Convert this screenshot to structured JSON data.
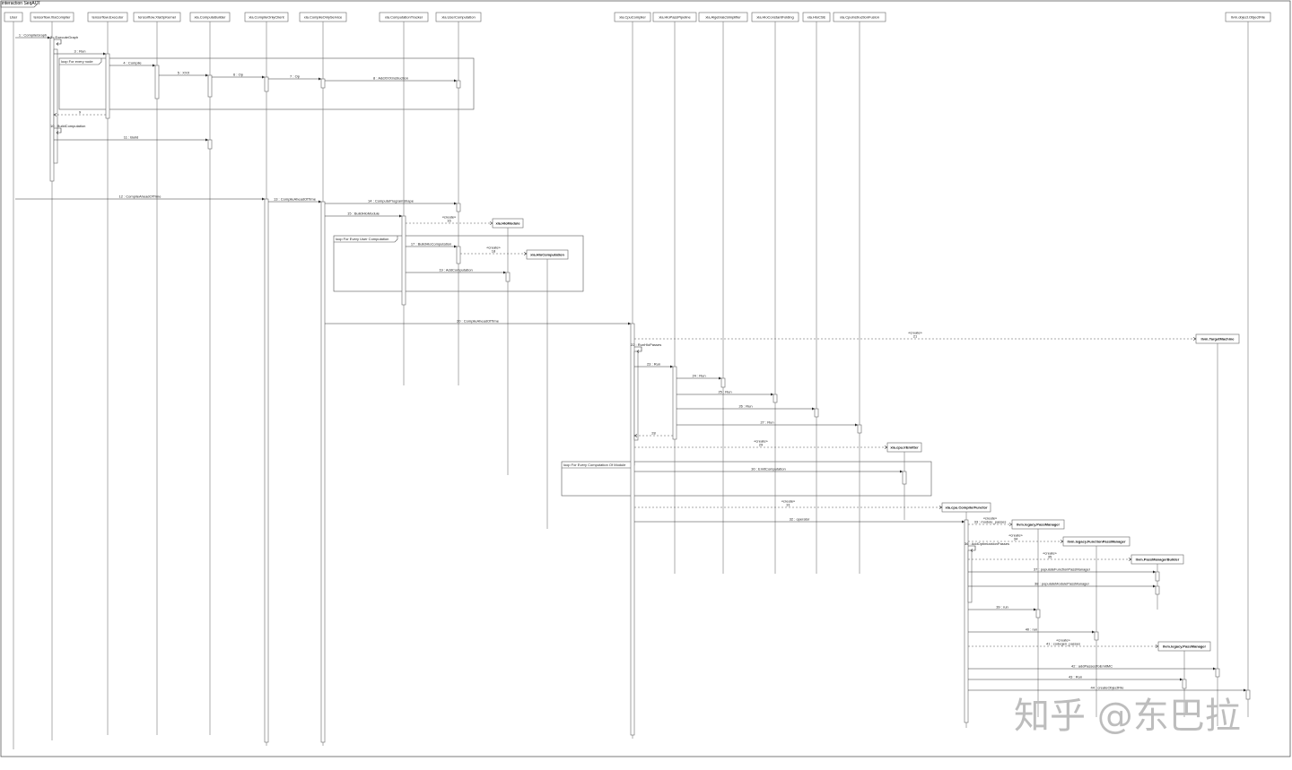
{
  "frame": {
    "title": "interaction SeqACT"
  },
  "participants": [
    {
      "id": "user",
      "label": "User"
    },
    {
      "id": "tfxla",
      "label": "tensorflow.XlaCompiler"
    },
    {
      "id": "tfexec",
      "label": "tensorflow.Executor"
    },
    {
      "id": "tfxlaop",
      "label": "tensorflow.XlaOpKernel"
    },
    {
      "id": "xcb",
      "label": "xla.ComputeBuilder"
    },
    {
      "id": "caoc",
      "label": "xla.CompileOnlyClient"
    },
    {
      "id": "caos",
      "label": "xla.CompileOnlyService"
    },
    {
      "id": "ctrack",
      "label": "xla.ComputationTracker"
    },
    {
      "id": "ucomp",
      "label": "xla.UserComputation"
    },
    {
      "id": "hlomod",
      "label": "xla.HloModule"
    },
    {
      "id": "hlocomp",
      "label": "xla.HloComputation"
    },
    {
      "id": "cpucomp",
      "label": "xla.CpuCompiler"
    },
    {
      "id": "hpp",
      "label": "xla.HloPassPipeline"
    },
    {
      "id": "algsimp",
      "label": "xla.AlgebraicSimplifier"
    },
    {
      "id": "hcf",
      "label": "xla.HloConstantFolding"
    },
    {
      "id": "hlocse",
      "label": "xla.HloCSE"
    },
    {
      "id": "cpuif",
      "label": "xla.CpuInstructionFusion"
    },
    {
      "id": "irem",
      "label": "xla.cpu.IrEmitter"
    },
    {
      "id": "ccf",
      "label": "xla.cpu.CompilerFunctor"
    },
    {
      "id": "llpm",
      "label": "llvm.legacy.PassManager"
    },
    {
      "id": "llfpm",
      "label": "llvm.legacy.FunctionPassManager"
    },
    {
      "id": "pmb",
      "label": "llvm.PassManagerBuilder"
    },
    {
      "id": "llpm2",
      "label": "llvm.legacy.PassManager"
    },
    {
      "id": "tm",
      "label": "llvm.TargetMachine"
    },
    {
      "id": "objfile",
      "label": "llvm.object.ObjectFile"
    }
  ],
  "loops": [
    {
      "label": "loop  For every node"
    },
    {
      "label": "loop  For Every User Computation"
    },
    {
      "label": "loop  For Every Computation Of Module"
    }
  ],
  "messages": [
    {
      "n": "1",
      "text": "1 : CompileGraph"
    },
    {
      "n": "2",
      "text": "2 : ExecuteGraph"
    },
    {
      "n": "3",
      "text": "3 : Run"
    },
    {
      "n": "4",
      "text": "4 : Compile"
    },
    {
      "n": "5",
      "text": "5 : XXX"
    },
    {
      "n": "6",
      "text": "6 : Op"
    },
    {
      "n": "7",
      "text": "7 : Op"
    },
    {
      "n": "8",
      "text": "8 : AddXXXInstruction"
    },
    {
      "n": "9",
      "text": "9"
    },
    {
      "n": "10",
      "text": "10 : BuildComputation"
    },
    {
      "n": "11",
      "text": "11 : Build"
    },
    {
      "n": "12",
      "text": "12 : CompileAheadOfTime"
    },
    {
      "n": "13",
      "text": "13 : CompileAheadOfTime"
    },
    {
      "n": "14",
      "text": "14 : ComputeProgramShape"
    },
    {
      "n": "15",
      "text": "15 : BuildHloModule"
    },
    {
      "n": "16",
      "text": "16",
      "stereo": "«create»"
    },
    {
      "n": "17",
      "text": "17 : BuildHloComputation"
    },
    {
      "n": "18",
      "text": "18",
      "stereo": "«create»"
    },
    {
      "n": "19",
      "text": "19 : AddComputation"
    },
    {
      "n": "20",
      "text": "20 : CompileAheadOfTime"
    },
    {
      "n": "21",
      "text": "21",
      "stereo": "«create»"
    },
    {
      "n": "22",
      "text": "22 : RunHloPasses"
    },
    {
      "n": "23",
      "text": "23 : Run"
    },
    {
      "n": "24",
      "text": "24 : Run"
    },
    {
      "n": "25",
      "text": "25 : Run"
    },
    {
      "n": "26",
      "text": "26 : Run"
    },
    {
      "n": "27",
      "text": "27 : Run"
    },
    {
      "n": "28",
      "text": "28"
    },
    {
      "n": "29",
      "text": "29",
      "stereo": "«create»"
    },
    {
      "n": "30",
      "text": "30 : EmitComputation"
    },
    {
      "n": "31",
      "text": "31",
      "stereo": "«create»"
    },
    {
      "n": "32",
      "text": "32 : operator"
    },
    {
      "n": "33",
      "text": "33 : module_passes",
      "stereo": "«create»"
    },
    {
      "n": "34",
      "text": "34",
      "stereo": "«create»"
    },
    {
      "n": "35",
      "text": "35",
      "stereo": "«create»"
    },
    {
      "n": "36",
      "text": "36 : AddOptimizationPasses"
    },
    {
      "n": "37",
      "text": "37 : populateFunctionPassManager"
    },
    {
      "n": "38",
      "text": "38 : populateModulePassManager"
    },
    {
      "n": "39",
      "text": "39 : run"
    },
    {
      "n": "40",
      "text": "40 : run"
    },
    {
      "n": "41",
      "text": "41 : codegen_passes",
      "stereo": "«create»"
    },
    {
      "n": "42",
      "text": "42 : addPassesToEmitMC"
    },
    {
      "n": "43",
      "text": "43 : Run"
    },
    {
      "n": "44",
      "text": "44 : createObjectFile"
    }
  ],
  "watermark": "知乎 @东巴拉"
}
